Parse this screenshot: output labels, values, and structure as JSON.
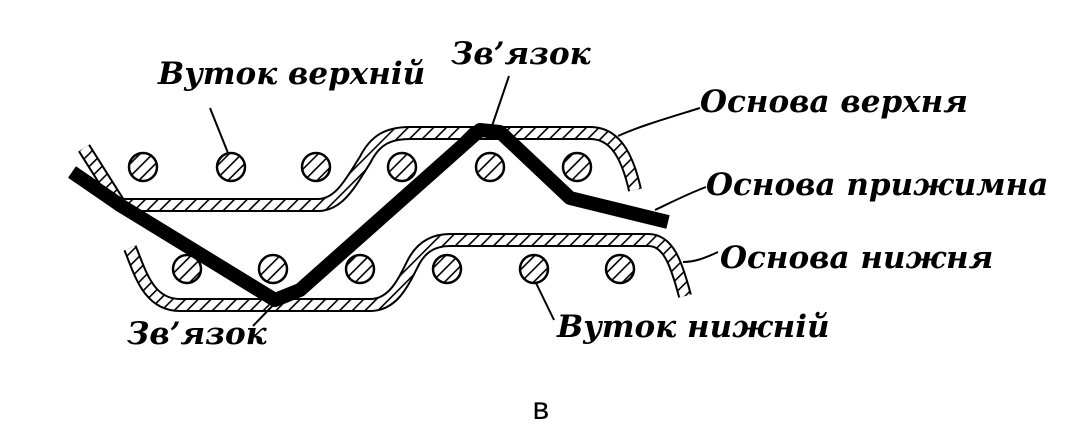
{
  "labels": {
    "weft_top": "Вуток верхній",
    "binding_top": "Зв’язок",
    "warp_top": "Основа верхня",
    "warp_binder": "Основа прижимна",
    "warp_bottom": "Основа нижня",
    "binding_bottom": "Зв’язок",
    "weft_bottom": "Вуток нижній"
  },
  "caption": "в",
  "colors": {
    "ink": "#000000",
    "background": "#ffffff"
  }
}
